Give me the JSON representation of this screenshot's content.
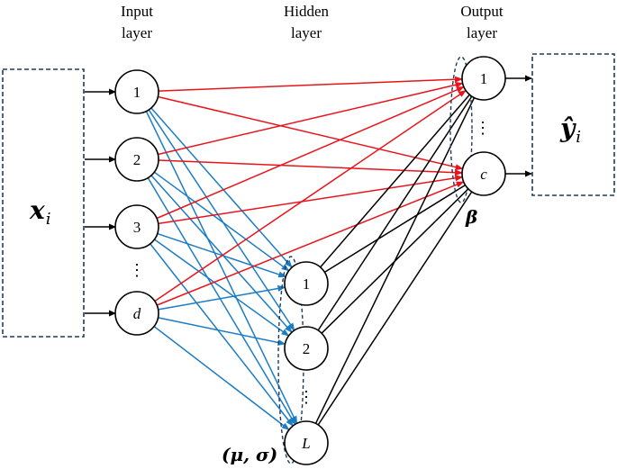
{
  "labels": {
    "input_layer_line1": "Input",
    "input_layer_line2": "layer",
    "hidden_layer_line1": "Hidden",
    "hidden_layer_line2": "layer",
    "output_layer_line1": "Output",
    "output_layer_line2": "layer"
  },
  "input_box": {
    "var": "x",
    "sub": "i"
  },
  "output_box": {
    "var": "ŷ",
    "sub": "i"
  },
  "input_nodes": [
    {
      "label": "1",
      "italic": false
    },
    {
      "label": "2",
      "italic": false
    },
    {
      "label": "3",
      "italic": false
    },
    {
      "label": "d",
      "italic": true
    }
  ],
  "hidden_nodes": [
    {
      "label": "1",
      "italic": false
    },
    {
      "label": "2",
      "italic": false
    },
    {
      "label": "L",
      "italic": true
    }
  ],
  "output_nodes": [
    {
      "label": "1",
      "italic": false
    },
    {
      "label": "c",
      "italic": true
    }
  ],
  "ellipsis": "⋮",
  "params": {
    "hidden": "(μ, σ)",
    "output": "β"
  },
  "colors": {
    "input_to_output_edges": "#e8141c",
    "input_to_hidden_edges": "#1b7cc4",
    "hidden_to_output_edges": "#000000",
    "box_border": "#1f3a5f",
    "node_stroke": "#000000"
  }
}
